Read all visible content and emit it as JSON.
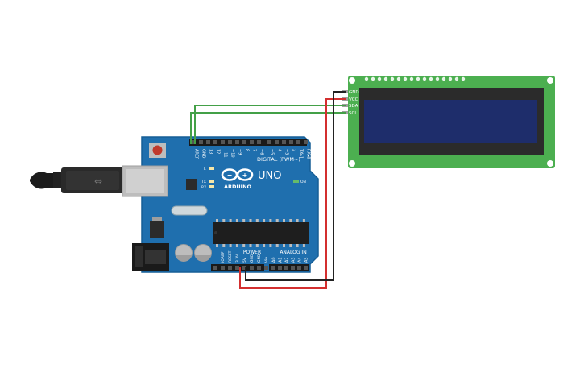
{
  "arduino": {
    "logo": "ARDUINO",
    "model": "UNO",
    "digital_label": "DIGITAL (PWM~)",
    "power_label": "POWER",
    "analog_label": "ANALOG IN",
    "on_label": "ON",
    "led_l": "L",
    "led_tx": "TX",
    "led_rx": "RX",
    "digital_pins": [
      "AREF",
      "GND",
      "13",
      "12",
      "~11",
      "~10",
      "~9",
      "8",
      "7",
      "~6",
      "~5",
      "4",
      "~3",
      "2",
      "TX▸1",
      "RX◂0"
    ],
    "power_pins": [
      "IOREF",
      "RESET",
      "3.3V",
      "5V",
      "GND",
      "GND",
      "Vin"
    ],
    "analog_pins": [
      "A0",
      "A1",
      "A2",
      "A3",
      "A4",
      "A5"
    ]
  },
  "lcd": {
    "pins": [
      "GND",
      "VCC",
      "SDA",
      "SCL"
    ]
  },
  "colors": {
    "board": "#1f6fae",
    "board_edge": "#165e96",
    "lcd_pcb": "#4caf50",
    "lcd_screen": "#1e2d6b",
    "wire_red": "#d32f2f",
    "wire_black": "#222222",
    "wire_green": "#43a047"
  }
}
